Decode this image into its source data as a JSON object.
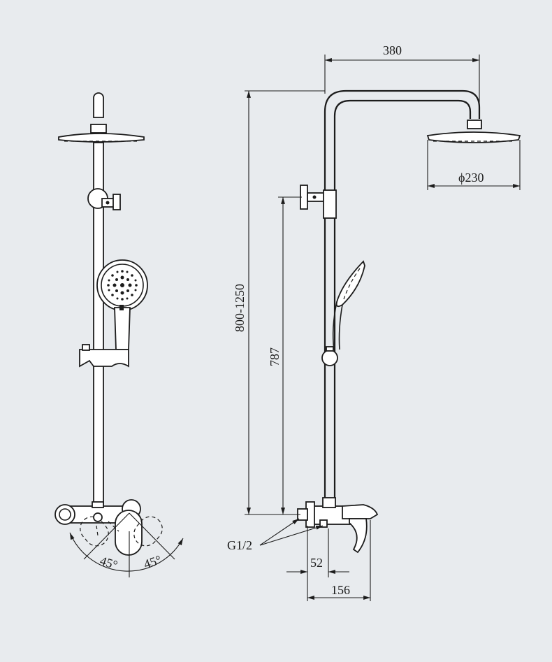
{
  "dimensions": {
    "arm_reach": "380",
    "head_diameter": "ϕ230",
    "height_range": "800-1250",
    "bracket_height": "787",
    "connection_thread": "G1/2",
    "spout_depth": "52",
    "spout_length": "156",
    "angle_left": "45°",
    "angle_right": "45°"
  },
  "colors": {
    "background": "#e8ebee",
    "line": "#1c1c1c"
  }
}
